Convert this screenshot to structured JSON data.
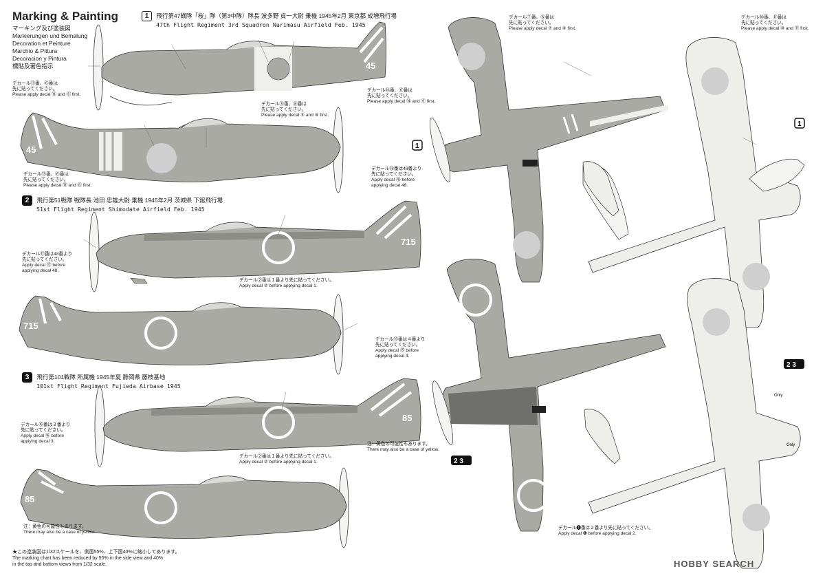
{
  "title": "Marking & Painting",
  "languages": [
    "マーキング及び塗装図",
    "Markierungen und Bemalung",
    "Decoration et Peinture",
    "Marchio & Pittura",
    "Decoracion y Pintura",
    "標貼及著色指示"
  ],
  "schemes": [
    {
      "num": "1",
      "jp": "飛行第47戦隊「桜」隊（第3中隊）隊長 波多野 貞一大尉 乗機 1945年2月 東京都 成増飛行場",
      "en": "47th Flight Regiment 3rd Squadron Narimasu Airfield Feb. 1945",
      "tail_code": "45"
    },
    {
      "num": "2",
      "jp": "飛行第51戦隊 戦隊長 池田 忠雄大尉 乗機 1945年2月 茨城県 下館飛行場",
      "en": "51st Flight Regiment Shimodate Airfield Feb. 1945",
      "tail_code": "715"
    },
    {
      "num": "3",
      "jp": "飛行第101戦隊 所属機 1945年夏 静岡県 藤枝基地",
      "en": "101st Flight Regiment Fujieda Airbase 1945",
      "tail_code": "85"
    }
  ],
  "notes": {
    "s1_top_left": "デカール⑬番、⑥番は\n先に貼ってください。\nPlease apply decal ⑬ and ⑥ first.",
    "s1_top_mid": "デカール⑤番、⑧番は\n先に貼ってください。\nPlease apply decal ⑤ and ⑧ first.",
    "s1_top_right": "デカール⑭番、⑥番は\n先に貼ってください。\nPlease apply decal ⑭ and ⑥ first.",
    "s1_bottom_left": "デカール⑬番、⑥番は\n先に貼ってください。\nPlease apply decal ⑬ and ⑥ first.",
    "s1_right_upper": "デカール⑦番、⑧番は\n先に貼ってください。\nPlease apply decal ⑦ and ⑧ first.",
    "s1_right_top": "デカール⑩番、⑪番は\n先に貼ってください。\nPlease apply decal ⑩ and ⑪ first.",
    "s2_right": "デカール⑱番は48番より\n先に貼ってください。\nApply decal ⑱ before\napplying decal 48.",
    "s2_left": "デカール⑰番は48番より\n先に貼ってください。\nApply decal ⑰ before\napplying decal 48.",
    "s2_mid": "デカール②番は１番より先に貼ってください。\nApply decal ② before applying decal 1.",
    "s3_right": "デカール⑮番は４番より\n先に貼ってください。\nApply decal ⑮ before\napplying decal 4.",
    "s3_left": "デカール⑯番は３番より\n先に貼ってください。\nApply decal ⑯ before\napplying decal 3.",
    "s3_mid": "デカール②番は１番より先に貼ってください。\nApply decal ② before applying decal 1.",
    "yellow1": "注：黄色の可能性もあります。\nThere may also be a case of yellow.",
    "yellow2": "注：黄色の可能性もあります。\nThere may also be a case of yellow.",
    "bottom_plan": "デカール❶番は２番より先に貼ってください。\nApply decal ❶ before applying decal 2."
  },
  "labels": {
    "only1": "Only",
    "only2": "Only",
    "badge_plan1": "1",
    "badge_plan23": "2 3",
    "badge_left_plan": "1",
    "badge_left_plan23": "2 3"
  },
  "footer": "★この塗装図は1/32スケールを、側面55%、上下面40%に縮小してあります。\nThe marking chart has been reduced by 55% in the side view and  40%\nin the top and bottom views from 1/32 scale.",
  "watermark": "HOBBY SEARCH",
  "colors": {
    "aircraft_green": "#a9aaa4",
    "aircraft_light": "#eeeeea",
    "marking_red": "#cfcfcf",
    "line": "#333333"
  }
}
